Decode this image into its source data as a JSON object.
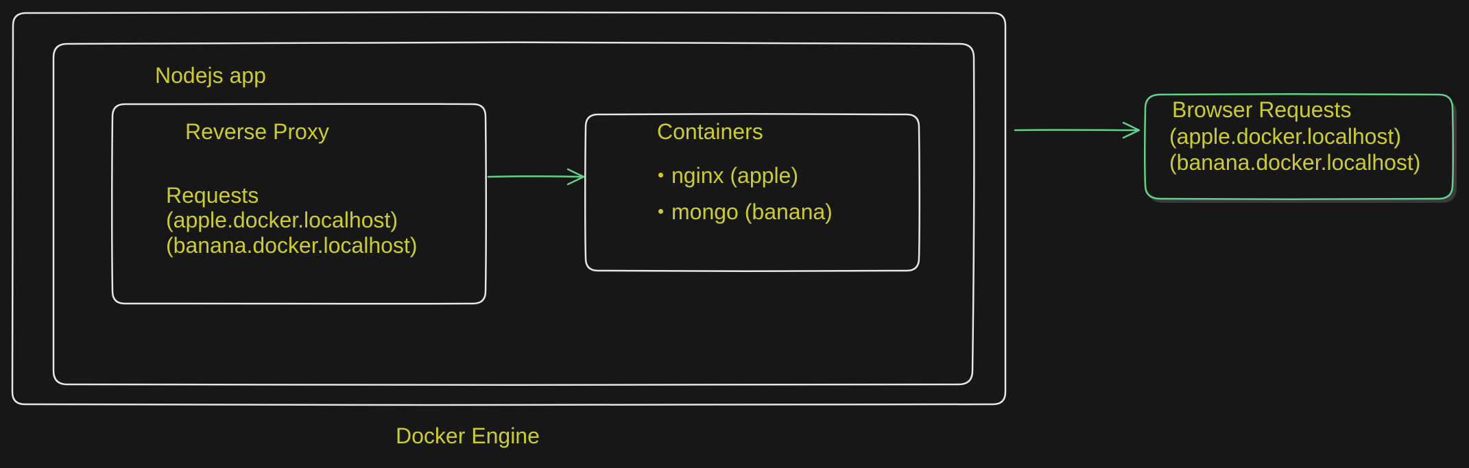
{
  "diagram": {
    "colors": {
      "background": "#171717",
      "box_stroke": "#e6e6e6",
      "accent_stroke": "#5fd38a",
      "text": "#cdcd28"
    },
    "docker_engine": {
      "label": "Docker Engine"
    },
    "nodejs_app": {
      "label": "Nodejs app"
    },
    "reverse_proxy": {
      "title": "Reverse Proxy",
      "requests_label": "Requests",
      "hosts": [
        "(apple.docker.localhost)",
        "(banana.docker.localhost)"
      ]
    },
    "containers": {
      "title": "Containers",
      "items": [
        "nginx (apple)",
        "mongo (banana)"
      ]
    },
    "browser_requests": {
      "title": "Browser Requests",
      "hosts": [
        "(apple.docker.localhost)",
        "(banana.docker.localhost)"
      ]
    },
    "edges": [
      {
        "from": "reverse_proxy",
        "to": "containers",
        "icon": "arrow-right"
      },
      {
        "from": "docker_engine",
        "to": "browser_requests",
        "icon": "arrow-right"
      }
    ]
  }
}
